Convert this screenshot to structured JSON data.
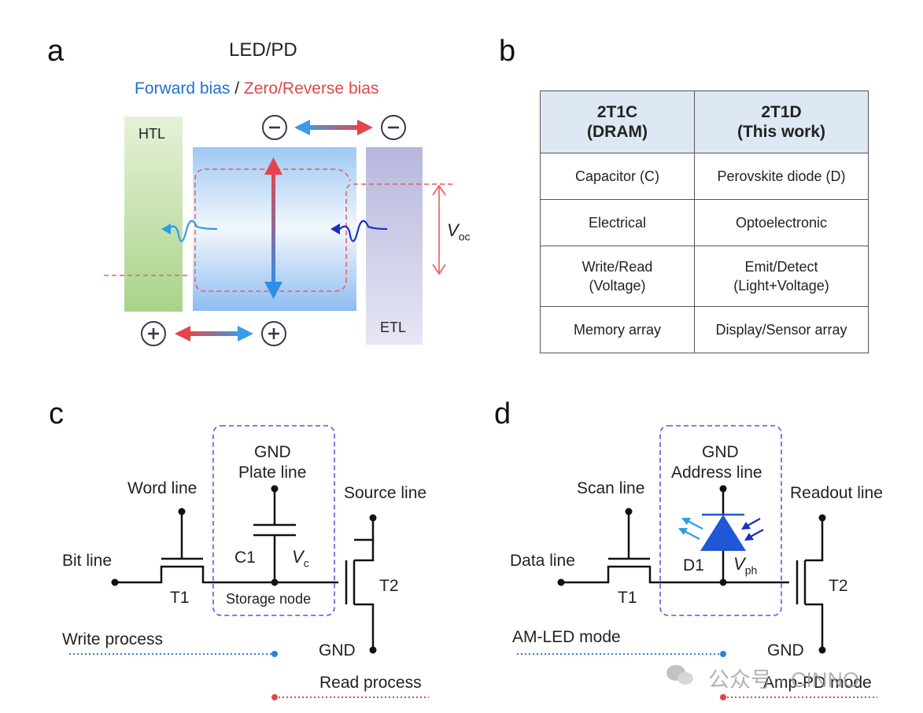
{
  "panel_a": {
    "letter": "a",
    "title": "LED/PD",
    "bias_forward": "Forward bias",
    "bias_sep": " / ",
    "bias_reverse": "Zero/Reverse bias",
    "htl": "HTL",
    "etl": "ETL",
    "voc_main": "V",
    "voc_sub": "oc",
    "minus": "−",
    "plus": "+"
  },
  "panel_b": {
    "letter": "b",
    "header_left": [
      "2T1C",
      "(DRAM)"
    ],
    "header_right": [
      "2T1D",
      "(This work)"
    ],
    "rows": [
      {
        "left": [
          "Capacitor (C)"
        ],
        "right": [
          "Perovskite diode (D)"
        ]
      },
      {
        "left": [
          "Electrical"
        ],
        "right": [
          "Optoelectronic"
        ]
      },
      {
        "left": [
          "Write/Read",
          "(Voltage)"
        ],
        "right": [
          "Emit/Detect",
          "(Light+Voltage)"
        ]
      },
      {
        "left": [
          "Memory array"
        ],
        "right": [
          "Display/Sensor array"
        ]
      }
    ]
  },
  "panel_c": {
    "letter": "c",
    "gnd": "GND",
    "plate_line": "Plate line",
    "word_line": "Word line",
    "source_line": "Source line",
    "bit_line": "Bit line",
    "c1": "C1",
    "vc_main": "V",
    "vc_sub": "c",
    "t1": "T1",
    "t2": "T2",
    "storage_node": "Storage node",
    "gnd_bottom": "GND",
    "write_process": "Write process",
    "read_process": "Read process"
  },
  "panel_d": {
    "letter": "d",
    "gnd": "GND",
    "address_line": "Address line",
    "scan_line": "Scan line",
    "readout_line": "Readout line",
    "data_line": "Data line",
    "d1": "D1",
    "vph_main": "V",
    "vph_sub": "ph",
    "t1": "T1",
    "t2": "T2",
    "gnd_bottom": "GND",
    "am_led_mode": "AM-LED mode",
    "amp_pd_mode": "Amp-PD mode"
  },
  "watermark": "公众号 · CINNO",
  "colors": {
    "blue_text": "#1f6fd8",
    "red_text": "#e0474c",
    "dashed_box": "#6670e0",
    "diode": "#1f57d6",
    "table_header": "#dde8f4"
  }
}
